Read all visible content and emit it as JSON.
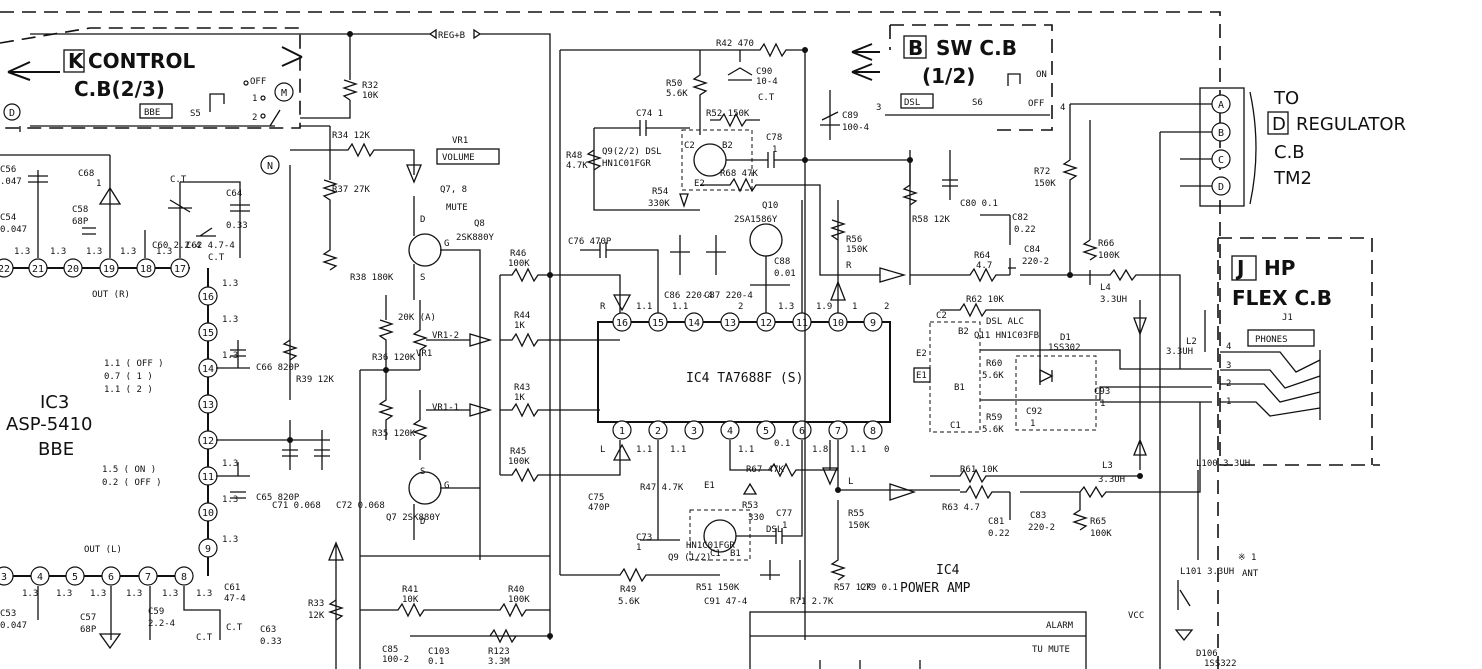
{
  "boards": {
    "control": {
      "letter": "K",
      "line1": "CONTROL",
      "line2": "C.B(2/3)",
      "bbe": "BBE",
      "switch": "S5",
      "off": "OFF",
      "p1": "1",
      "p2": "2",
      "m": "M",
      "n": "N",
      "d": "D"
    },
    "sw": {
      "letter": "B",
      "line1": "SW C.B",
      "line2": "(1/2)",
      "dsl": "DSL",
      "switch": "S6",
      "on": "ON",
      "off": "OFF",
      "p3": "3",
      "p4": "4"
    },
    "regulator": {
      "to": "TO",
      "letter": "D",
      "line1": "REGULATOR",
      "line2": "C.B",
      "line3": "TM2",
      "pins": [
        "A",
        "B",
        "C",
        "D"
      ]
    },
    "hp": {
      "letter": "J",
      "line1": "HP",
      "line2": "FLEX C.B",
      "j1": "J1",
      "phones": "PHONES",
      "pins": [
        "4",
        "3",
        "2",
        "1"
      ]
    }
  },
  "ic3": {
    "name": "IC3",
    "part": "ASP-5410",
    "sub": "BBE",
    "top_pins": [
      "22",
      "21",
      "20",
      "19",
      "18",
      "17"
    ],
    "top_volts": [
      "1.3",
      "1.3",
      "1.3",
      "1.3",
      "1.3"
    ],
    "right_pins": [
      "16",
      "15",
      "14",
      "13",
      "12",
      "11",
      "10",
      "9"
    ],
    "bottom_pins": [
      "3",
      "4",
      "5",
      "6",
      "7",
      "8"
    ],
    "bottom_volts": [
      "1.3",
      "1.3",
      "1.3",
      "1.3",
      "1.3",
      "1.3"
    ],
    "out_r": "OUT (R)",
    "out_l": "OUT (L)",
    "v14a": "1.1 ( OFF )",
    "v14b": "0.7 ( 1 )",
    "v14c": "1.1 ( 2 )",
    "v11a": "1.5 ( ON )",
    "v11b": "0.2 ( OFF )",
    "v16": "1.3",
    "v15": "1.3",
    "v14": "1.3",
    "v11": "1.3",
    "v10": "1.3",
    "v9": "1.3"
  },
  "ic4": {
    "name": "IC4 TA7688F (S)",
    "top_pins": [
      "16",
      "15",
      "14",
      "13",
      "12",
      "11",
      "10",
      "9"
    ],
    "top_volts": [
      "1.1",
      "1.1",
      "2",
      "1.3",
      "1.9",
      "1",
      "2"
    ],
    "bottom_pins": [
      "1",
      "2",
      "3",
      "4",
      "5",
      "6",
      "7",
      "8"
    ],
    "bottom_volts": [
      "1.1",
      "1.1",
      "1.1",
      "0.1",
      "1.8",
      "1.1",
      "0"
    ],
    "label_r": "R",
    "label_l": "L",
    "caption1": "IC4",
    "caption2": "POWER AMP"
  },
  "signals": {
    "reg_b": "REG+B",
    "alarm": "ALARM",
    "tu_mute": "TU MUTE",
    "vcc": "VCC",
    "ant1": "※ 1",
    "ant2": "ANT",
    "r": "R",
    "l": "L"
  },
  "vr1": {
    "name": "VR1",
    "box": "VOLUME",
    "a": "VR1-2",
    "b": "VR1-1",
    "val": "20K (A)",
    "vr": "VR1"
  },
  "transistors": {
    "q78": "Q7, 8",
    "mute": "MUTE",
    "q8": "Q8",
    "q8p": "2SK880Y",
    "q7": "Q7 2SK880Y",
    "d": "D",
    "g": "G",
    "s": "S",
    "q9a": "Q9(2/2) DSL",
    "q9ap": "HN1C01FGR",
    "c2": "C2",
    "b2": "B2",
    "e2": "E2",
    "q10": "Q10",
    "q10p": "2SA1586Y",
    "q9b": "Q9 (1/2)",
    "q9bp": "HN1C01FGR",
    "e1": "E1",
    "c1": "C1",
    "b1": "B1",
    "dslb": "DSL",
    "q11": "DSL ALC",
    "q11p": "Q11 HN1C03FB",
    "d1": "D1",
    "d1p": "1SS302",
    "d106": "D106",
    "d106p": "1SS322"
  },
  "parts": {
    "r32": "R32",
    "r32v": "10K",
    "r34": "R34 12K",
    "r37": "R37 27K",
    "r38": "R38 180K",
    "r39": "R39 12K",
    "r36": "R36 120K",
    "r35": "R35 120K",
    "r33": "R33",
    "r33v": "12K",
    "r46": "R46",
    "r46v": "100K",
    "r44": "R44",
    "r44v": "1K",
    "r43": "R43",
    "r43v": "1K",
    "r45": "R45",
    "r45v": "100K",
    "r41": "R41",
    "r41v": "10K",
    "r40": "R40",
    "r40v": "100K",
    "r123": "R123",
    "r123v": "3.3M",
    "r42": "R42 470",
    "r50": "R50",
    "r50v": "5.6K",
    "r52": "R52 150K",
    "r48": "R48",
    "r48v": "4.7K",
    "r54": "R54",
    "r54v": "330K",
    "r68": "R68 47K",
    "r56": "R56",
    "r56v": "150K",
    "r58": "R58 12K",
    "r72": "R72",
    "r72v": "150K",
    "r66": "R66",
    "r66v": "100K",
    "r64": "R64",
    "r64v": "4.7",
    "r62": "R62 10K",
    "r60": "R60",
    "r60v": "5.6K",
    "r59": "R59",
    "r59v": "5.6K",
    "r61": "R61 10K",
    "r63": "R63 4.7",
    "r67": "R67 47K",
    "r47": "R47 4.7K",
    "r53": "R53",
    "r53v": "330",
    "r51": "R51 150K",
    "r49": "R49",
    "r49v": "5.6K",
    "r71": "R71 2.7K",
    "r57": "R57 12K",
    "r55": "R55",
    "r55v": "150K",
    "r65": "R65",
    "r65v": "100K",
    "c56": "C56",
    "c56v": ".047",
    "c68": "C68",
    "c68v": "1",
    "c54": "C54",
    "c54v": "0.047",
    "c58": "C58",
    "c58v": "68P",
    "c60": "C60 2.2-4",
    "c60t": "C.T",
    "c62": "C62 4.7-4",
    "c62t": "C.T",
    "c64": "C64",
    "c64v": "0.33",
    "c66": "C66 820P",
    "c65": "C65 820P",
    "c71": "C71 0.068",
    "c72": "C72 0.068",
    "c53": "C53",
    "c53v": "0.047",
    "c57": "C57",
    "c57v": "68P",
    "c59": "C59",
    "c59v": "2.2-4",
    "c59t": "C.T",
    "c61": "C61",
    "c61v": "47-4",
    "c61t": "C.T",
    "c63": "C63",
    "c63v": "0.33",
    "c74": "C74 1",
    "c90": "C90",
    "c90v": "10-4",
    "c90t": "C.T",
    "c78": "C78",
    "c78v": "1",
    "c89": "C89",
    "c89v": "100-4",
    "c80": "C80 0.1",
    "c76": "C76 470P",
    "c86": "C86 220-4",
    "c87": "C87 220-4",
    "c88": "C88",
    "c88v": "0.01",
    "c82": "C82",
    "c82v": "0.22",
    "c84": "C84",
    "c84v": "220-2",
    "c92": "C92",
    "c92v": "1",
    "c93": "C93",
    "c93v": "1",
    "c75": "C75",
    "c75v": "470P",
    "c73": "C73",
    "c73v": "1",
    "c77": "C77",
    "c77v": "1",
    "c91": "C91 47-4",
    "c79": "C79 0.1",
    "c81": "C81",
    "c81v": "0.22",
    "c83": "C83",
    "c83v": "220-2",
    "c85": "C85",
    "c85v": "100-2",
    "c103": "C103",
    "c103v": "0.1",
    "l4": "L4",
    "l4v": "3.3UH",
    "l3": "L3",
    "l3v": "3.3UH",
    "l2": "L2",
    "l2v": "3.3UH",
    "l100": "L100 3.3UH",
    "l101": "L101 3.3UH"
  }
}
